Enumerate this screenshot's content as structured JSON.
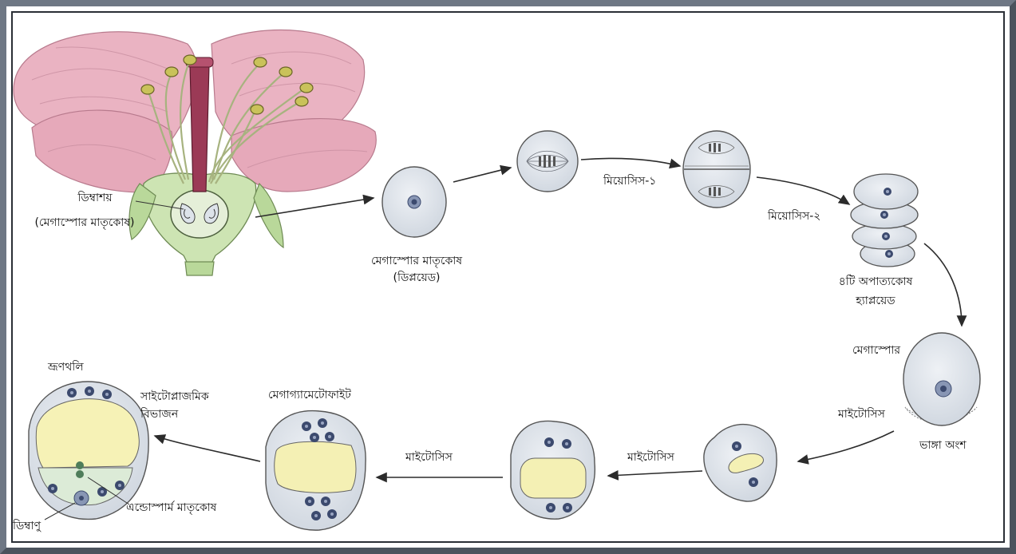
{
  "labels": {
    "ovary": "ডিম্বাশয়",
    "ovary_sub": "(মেগাস্পোর মাতৃকোষ)",
    "mmc": "মেগাস্পোর মাতৃকোষ",
    "mmc_sub": "(ডিপ্লয়েড)",
    "meiosis1": "মিয়োসিস-১",
    "meiosis2": "মিয়োসিস-২",
    "four_cells": "৪টি অপাত্যকোষ",
    "four_cells_sub": "হ্যাপ্লয়েড",
    "megaspore": "মেগাস্পোর",
    "degenerate": "ভাঙ্গা অংশ",
    "mitosis1": "মাইটোসিস",
    "mitosis2": "মাইটোসিস",
    "mitosis3": "মাইটোসিস",
    "megagametophyte": "মেগাগ্যামেটোফাইট",
    "cytoplasmic": "সাইটোপ্লাজমিক",
    "cytoplasmic_sub": "বিভাজন",
    "embryo_sac": "ভ্রূণথলি",
    "endosperm": "এন্ডোস্পার্ম মাতৃকোষ",
    "egg": "ডিম্বাণু"
  },
  "colors": {
    "cell_fill": "#dde3ea",
    "nucleus": "#3c4a6e",
    "vacuole": "#f4f0b4",
    "petal": "#eab3c2",
    "stem": "#b9d89a",
    "anther": "#c9c25a",
    "arrow": "#2b2b2b"
  }
}
